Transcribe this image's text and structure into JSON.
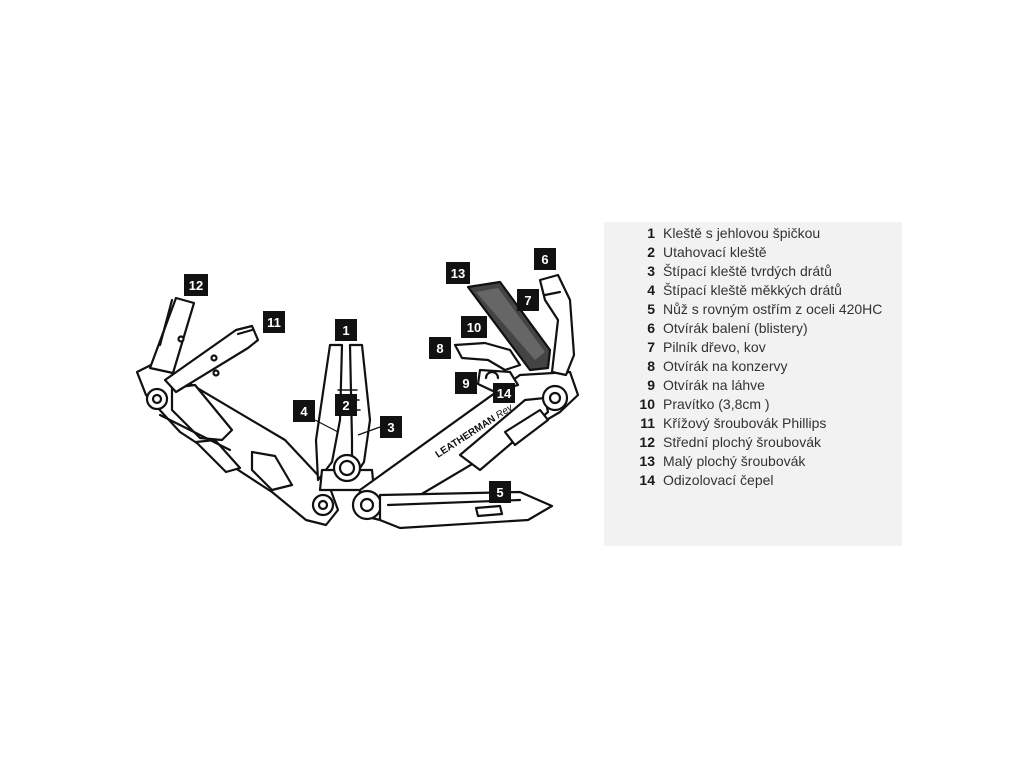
{
  "diagram": {
    "brand": "LEATHERMAN",
    "model": "Rev",
    "callouts": [
      "1",
      "2",
      "3",
      "4",
      "5",
      "6",
      "7",
      "8",
      "9",
      "10",
      "11",
      "12",
      "13",
      "14"
    ]
  },
  "legend": [
    {
      "num": "1",
      "text": "Kleště s jehlovou špičkou"
    },
    {
      "num": "2",
      "text": "Utahovací kleště"
    },
    {
      "num": "3",
      "text": "Štípací kleště tvrdých drátů"
    },
    {
      "num": "4",
      "text": "Štípací kleště měkkých drátů"
    },
    {
      "num": "5",
      "text": "Nůž s rovným ostřím z oceli 420HC"
    },
    {
      "num": "6",
      "text": "Otvírák balení (blistery)"
    },
    {
      "num": "7",
      "text": "Pilník dřevo, kov"
    },
    {
      "num": "8",
      "text": "Otvírák na konzervy"
    },
    {
      "num": "9",
      "text": "Otvírák na láhve"
    },
    {
      "num": "10",
      "text": "Pravítko (3,8cm )"
    },
    {
      "num": "11",
      "text": "Křížový šroubovák Phillips"
    },
    {
      "num": "12",
      "text": "Střední plochý šroubovák"
    },
    {
      "num": "13",
      "text": "Malý plochý šroubovák"
    },
    {
      "num": "14",
      "text": "Odizolovací čepel"
    }
  ]
}
